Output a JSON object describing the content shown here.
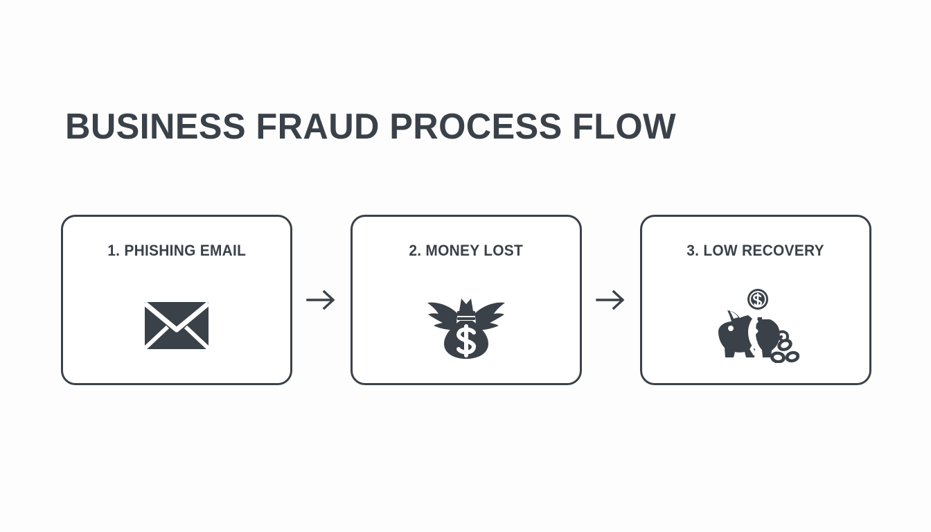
{
  "page": {
    "title": "BUSINESS FRAUD PROCESS FLOW",
    "background_color": "#fdfdfd",
    "ink_color": "#3a4149"
  },
  "flow": {
    "arrow_icon": "arrow-right-icon",
    "steps": [
      {
        "label": "1. PHISHING EMAIL",
        "icon": "envelope-icon",
        "step_number": "1"
      },
      {
        "label": "2. MONEY LOST",
        "icon": "winged-money-bag-icon",
        "step_number": "2"
      },
      {
        "label": "3. LOW RECOVERY",
        "icon": "broken-piggy-bank-icon",
        "step_number": "3"
      }
    ]
  }
}
